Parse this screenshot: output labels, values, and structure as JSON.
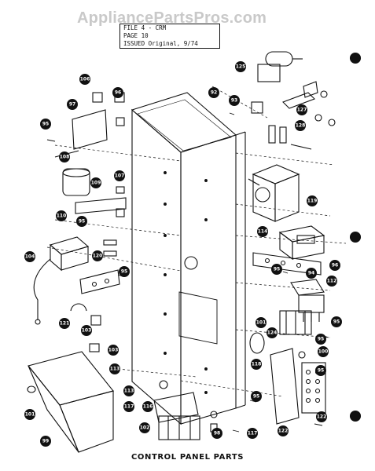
{
  "watermark": "AppliancePartsPros.com",
  "header": {
    "file": "FILE    4 - CRM",
    "page": "PAGE    10",
    "issued": "ISSUED Original, 9/74"
  },
  "caption": "CONTROL PANEL PARTS",
  "callouts": [
    "125",
    "106",
    "97",
    "96",
    "92",
    "93",
    "127",
    "95",
    "128",
    "108",
    "109",
    "107",
    "110",
    "95",
    "119",
    "120",
    "114",
    "104",
    "95",
    "96",
    "94",
    "95",
    "112",
    "121",
    "103",
    "101",
    "124",
    "95",
    "118",
    "95",
    "103",
    "100",
    "113",
    "113",
    "117",
    "116",
    "95",
    "99",
    "101",
    "102",
    "98",
    "117",
    "122",
    "122",
    "95"
  ]
}
